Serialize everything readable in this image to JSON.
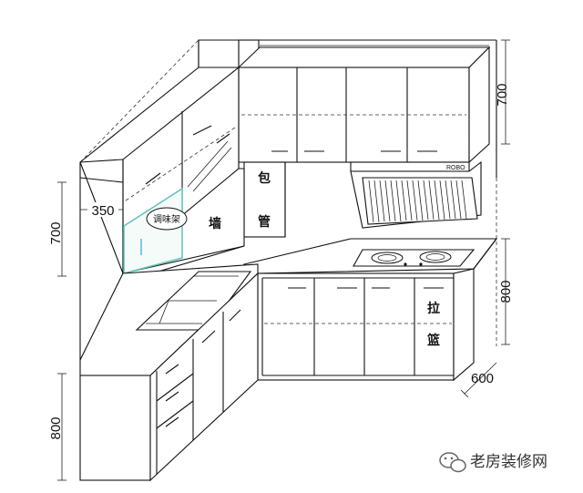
{
  "dimensions": {
    "upper_cabinet_height": "700",
    "left_upper_height": "700",
    "upper_depth": "350",
    "base_height_right": "800",
    "base_height_left": "800",
    "base_depth": "600"
  },
  "labels": {
    "wall_char": "墙",
    "boxed_pipe_top": "包",
    "boxed_pipe_bottom": "管",
    "pull_basket_top": "拉",
    "pull_basket_bottom": "篮",
    "spice_rack": "调味架",
    "hood_brand": "ROBO"
  },
  "watermark": {
    "text": "老房装修网",
    "icon": "wechat-icon"
  }
}
